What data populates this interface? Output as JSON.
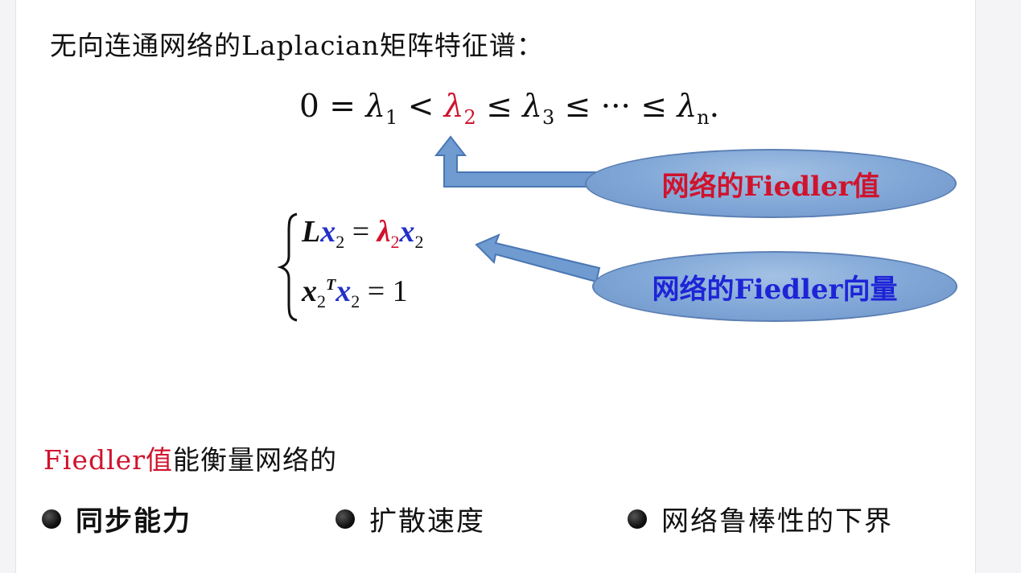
{
  "heading": "无向连通网络的Laplacian矩阵特征谱：",
  "spectrum": {
    "zero": "0",
    "eq": " = ",
    "lt": " < ",
    "le": " ≤ ",
    "dots": "···",
    "period": ".",
    "lambda": "λ",
    "sub1": "1",
    "sub2": "2",
    "sub3": "3",
    "subn": "n"
  },
  "system": {
    "eq1_L": "L",
    "eq1_x": "x",
    "eq1_sub": "2",
    "eq1_eq": " = ",
    "eq1_lambda": "λ",
    "eq1_lsub": "2",
    "eq1_x2": "x",
    "eq1_x2sub": "2",
    "eq2_x": "x",
    "eq2_sub": "2",
    "eq2_sup": "T",
    "eq2_x2": "x",
    "eq2_x2sub": "2",
    "eq2_rhs": " = 1"
  },
  "callouts": {
    "fiedler_value": "网络的Fiedler值",
    "fiedler_vector": "网络的Fiedler向量"
  },
  "measure": {
    "prefix": "Fiedler值",
    "suffix": "能衡量网络的"
  },
  "bullets": [
    "同步能力",
    "扩散速度",
    "网络鲁棒性的下界"
  ],
  "colors": {
    "red": "#d0132d",
    "blue": "#2330c8",
    "callout_fill": "#7fa6d6",
    "arrow_fill": "#6f9bd1"
  }
}
